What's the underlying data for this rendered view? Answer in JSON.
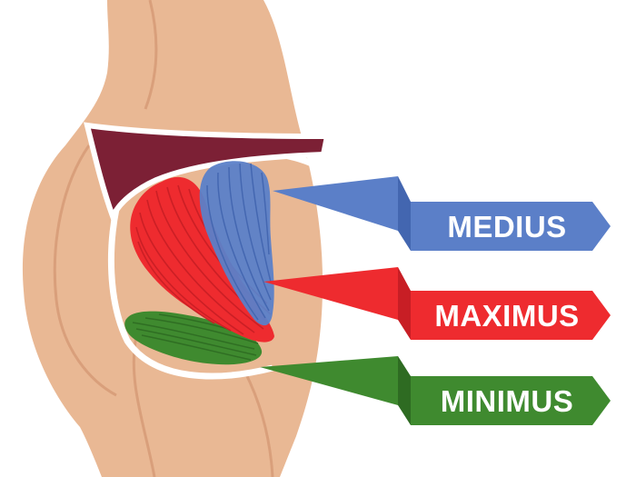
{
  "labels": {
    "medius": "MEDIUS",
    "maximus": "MAXIMUS",
    "minimus": "MINIMUS"
  },
  "colors": {
    "skin": "#E9B894",
    "skin_shade": "#D99F7B",
    "outline": "#FFFFFF",
    "underwear": "#7C2035",
    "medius": "#5B7FC8",
    "medius_dark": "#4366B0",
    "maximus": "#EE2B2F",
    "maximus_dark": "#C81E25",
    "minimus": "#3F8A2F",
    "minimus_dark": "#2E6B22",
    "label_text": "#FFFFFF"
  },
  "icons": {
    "body": "buttocks-illustration",
    "muscles": [
      "gluteus-medius-muscle",
      "gluteus-maximus-muscle",
      "gluteus-minimus-muscle"
    ]
  }
}
